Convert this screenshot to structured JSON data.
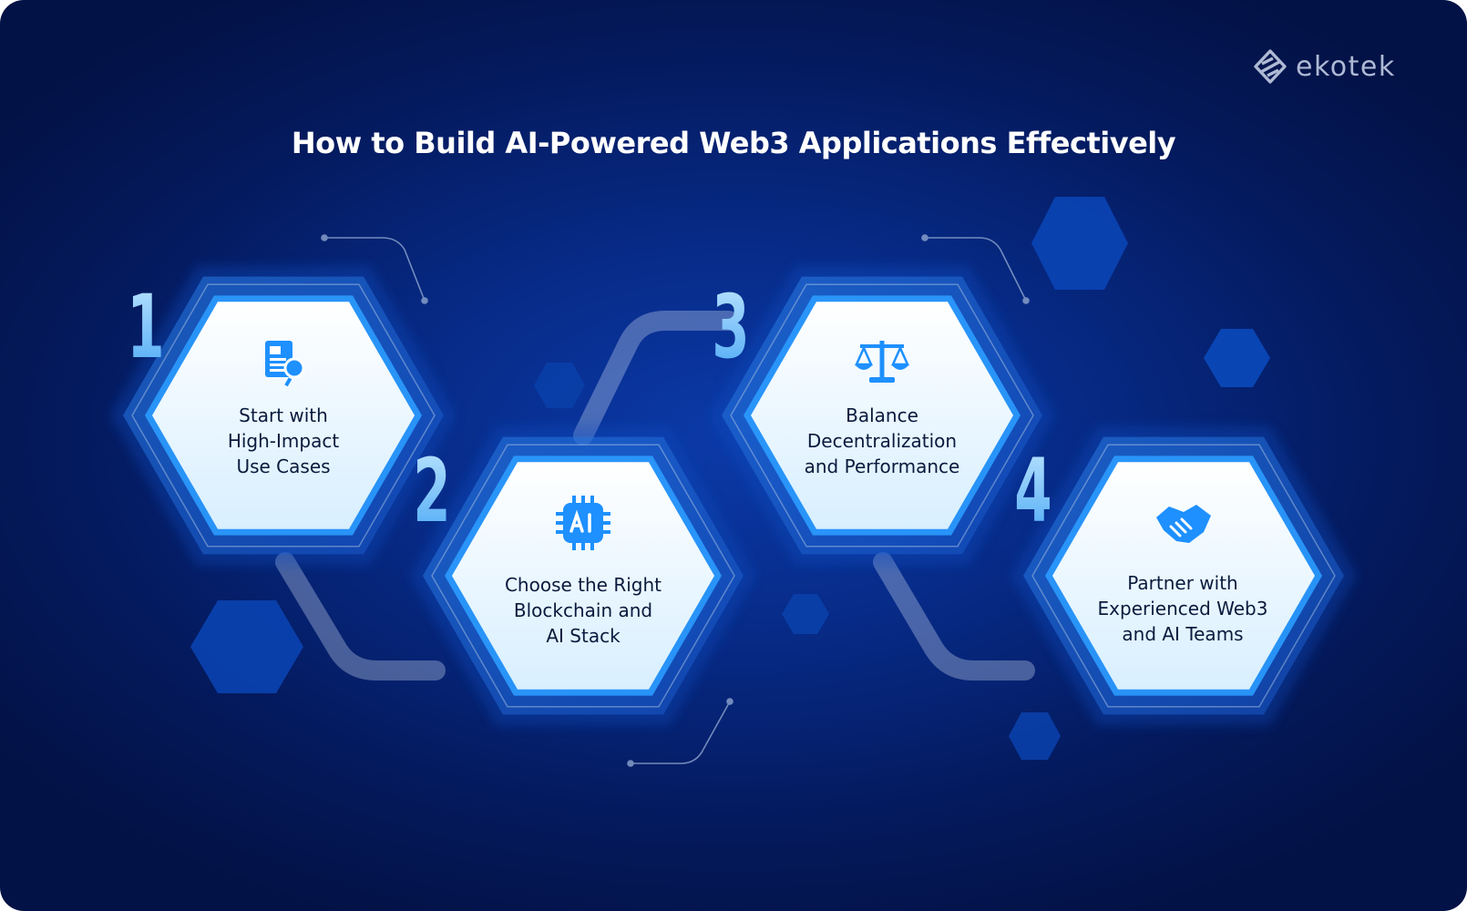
{
  "title": "How to Build AI-Powered Web3 Applications Effectively",
  "logo": {
    "text": "ekotek",
    "icon": "ekotek-logo-icon"
  },
  "colors": {
    "bg_dark": "#031246",
    "bg_center": "#0b3aa8",
    "accent": "#1e90ff",
    "number": "#7fc8ff",
    "text": "#0a1a3c"
  },
  "steps": [
    {
      "number": "1",
      "icon": "document-search-icon",
      "lines": [
        "Start with",
        "High-Impact",
        "Use Cases"
      ]
    },
    {
      "number": "2",
      "icon": "ai-chip-icon",
      "lines": [
        "Choose the Right",
        "Blockchain and",
        "AI Stack"
      ]
    },
    {
      "number": "3",
      "icon": "balance-scale-icon",
      "lines": [
        "Balance",
        "Decentralization",
        "and Performance"
      ]
    },
    {
      "number": "4",
      "icon": "handshake-icon",
      "lines": [
        "Partner with",
        "Experienced Web3",
        "and AI Teams"
      ]
    }
  ]
}
